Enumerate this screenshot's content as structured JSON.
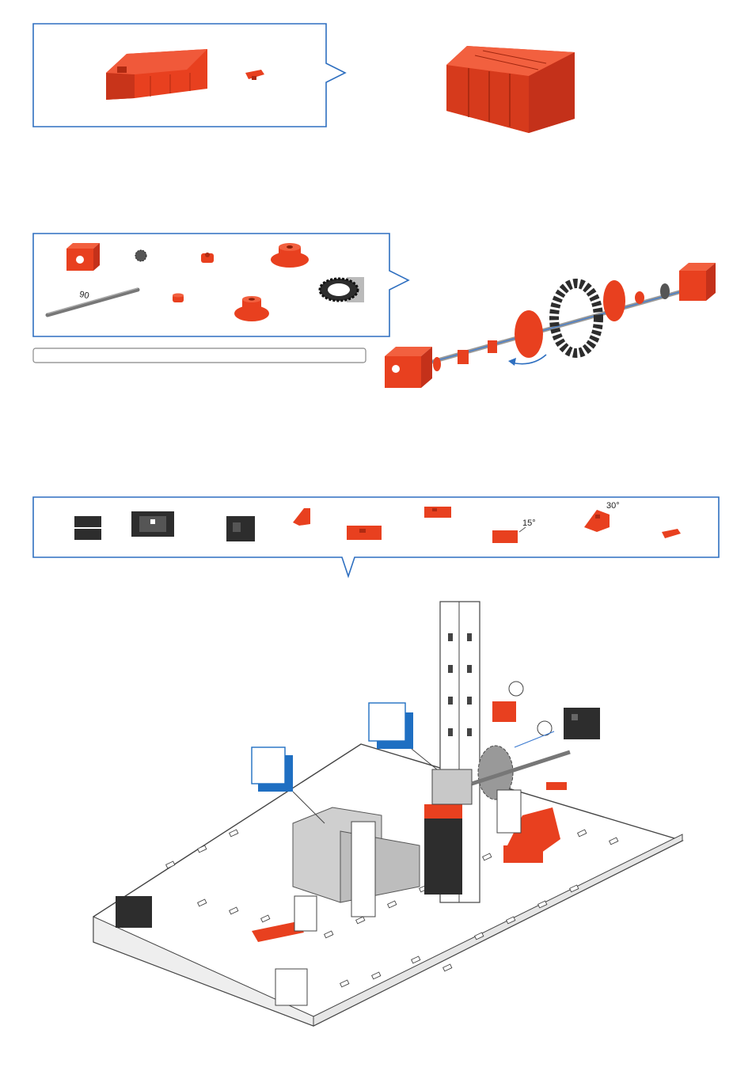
{
  "colors": {
    "callout_border": "#2e6fc0",
    "part_red": "#e8401f",
    "part_red_dark": "#b02a12",
    "part_black": "#2d2d2d",
    "part_grey": "#c8c8c8",
    "base_plate": "#ffffff",
    "step_badge": "#1f6fc2"
  },
  "step1": {
    "parts": [
      "battery-box-icon",
      "connector-icon"
    ],
    "result": "battery-box-assembly-icon"
  },
  "step2": {
    "parts": [
      "building-block-icon",
      "small-gear-icon",
      "clip-icon",
      "hub-icon",
      "axle-icon",
      "spacer-icon",
      "hub-nut-icon",
      "gear-wheel-icon"
    ],
    "axle_length_label": "90",
    "result": "axle-assembly-icon"
  },
  "step3": {
    "parts": [
      "black-block-icon",
      "motor-holder-icon",
      "black-cube-icon",
      "angle-block-icon",
      "flat-plate-icon",
      "small-plate-icon",
      "angle-15-icon",
      "angle-30-icon",
      "connector-icon"
    ],
    "angle_15_label": "15°",
    "angle_30_label": "30°",
    "result": "baseplate-model-icon"
  }
}
